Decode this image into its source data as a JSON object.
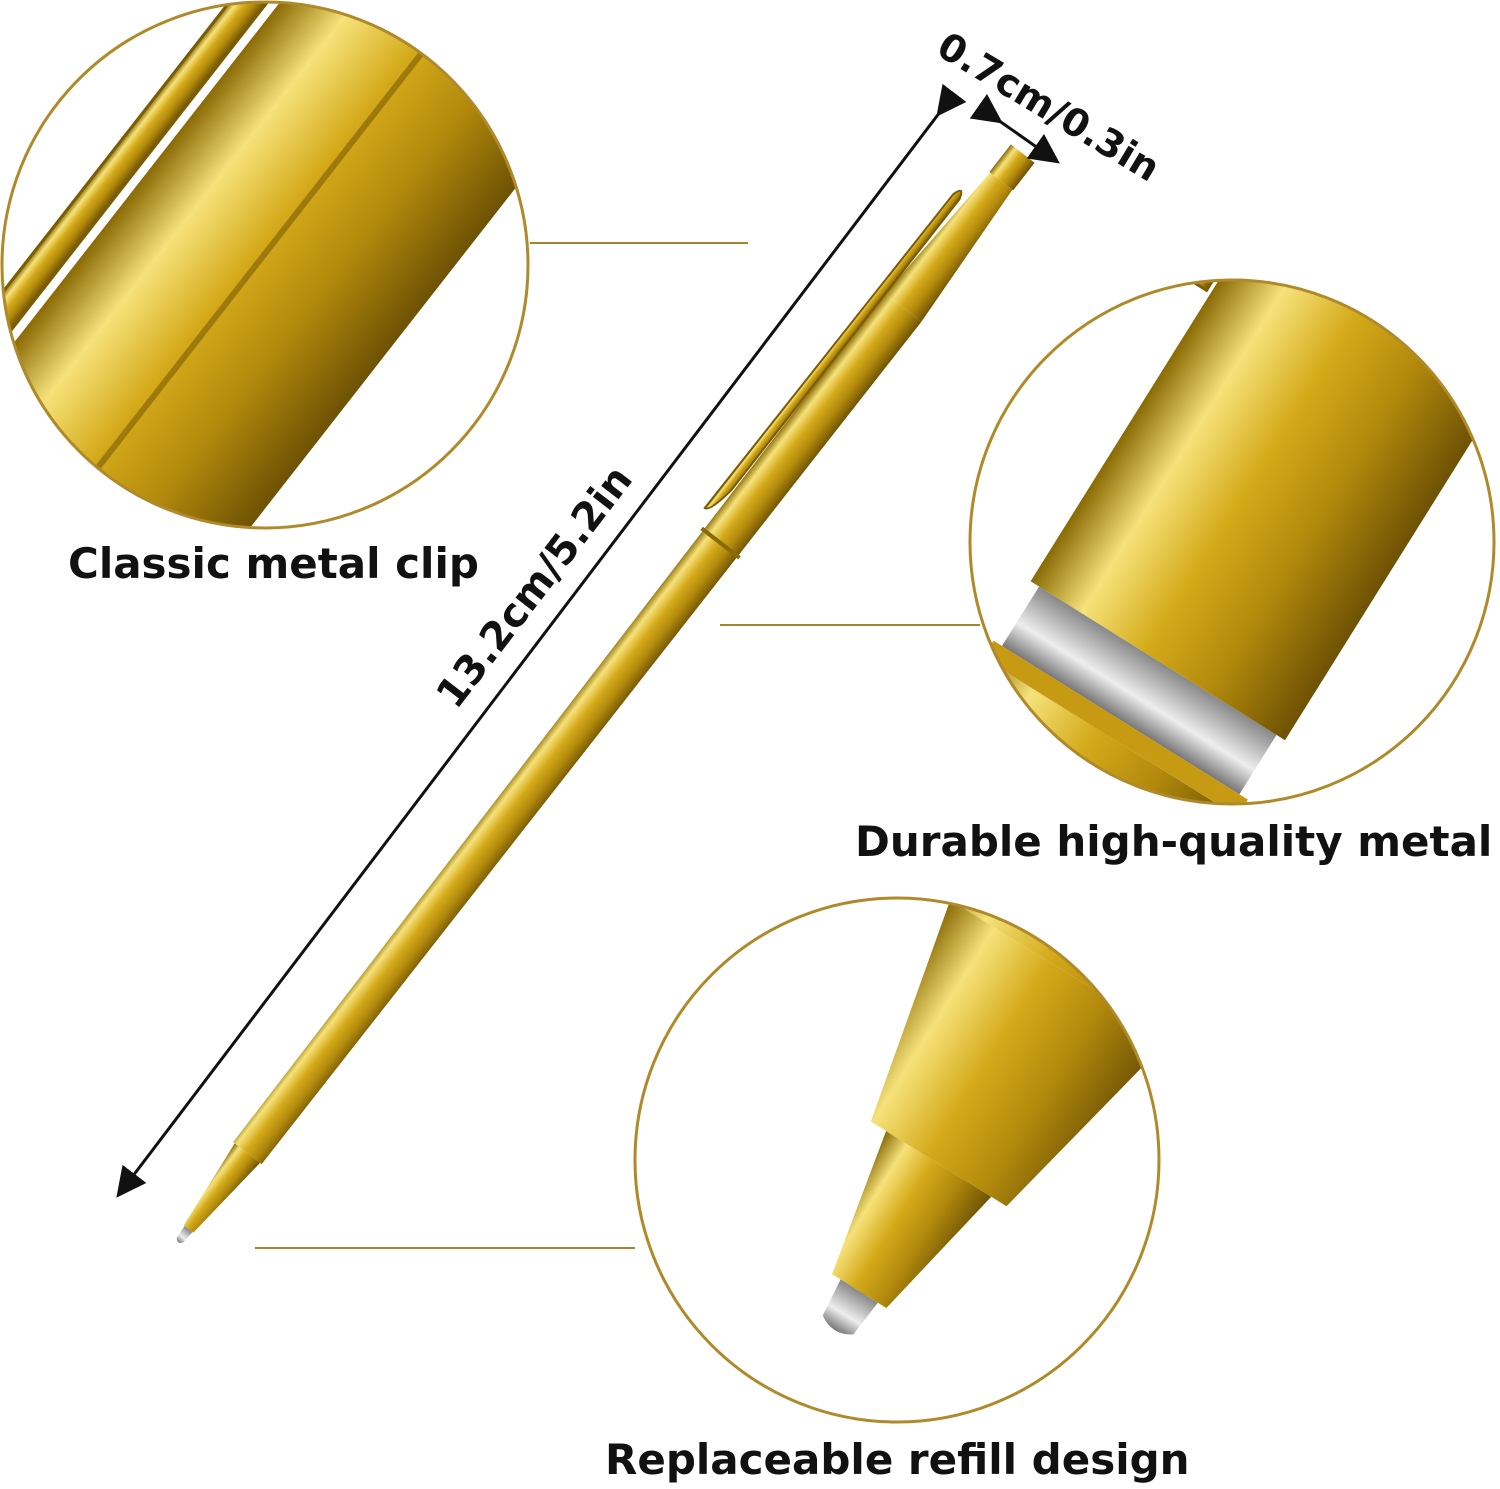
{
  "features": {
    "clip": "Classic metal clip",
    "metal": "Durable high-quality metal",
    "refill": "Replaceable refill design"
  },
  "dimensions": {
    "length": "13.2cm/5.2in",
    "diameter": "0.7cm/0.3in"
  },
  "colors": {
    "gold_light": "#f6e27a",
    "gold_mid": "#d4aa1a",
    "gold_dark": "#8a6a05",
    "circle_stroke": "#b08a2a",
    "silver": "#b8b8b8"
  }
}
